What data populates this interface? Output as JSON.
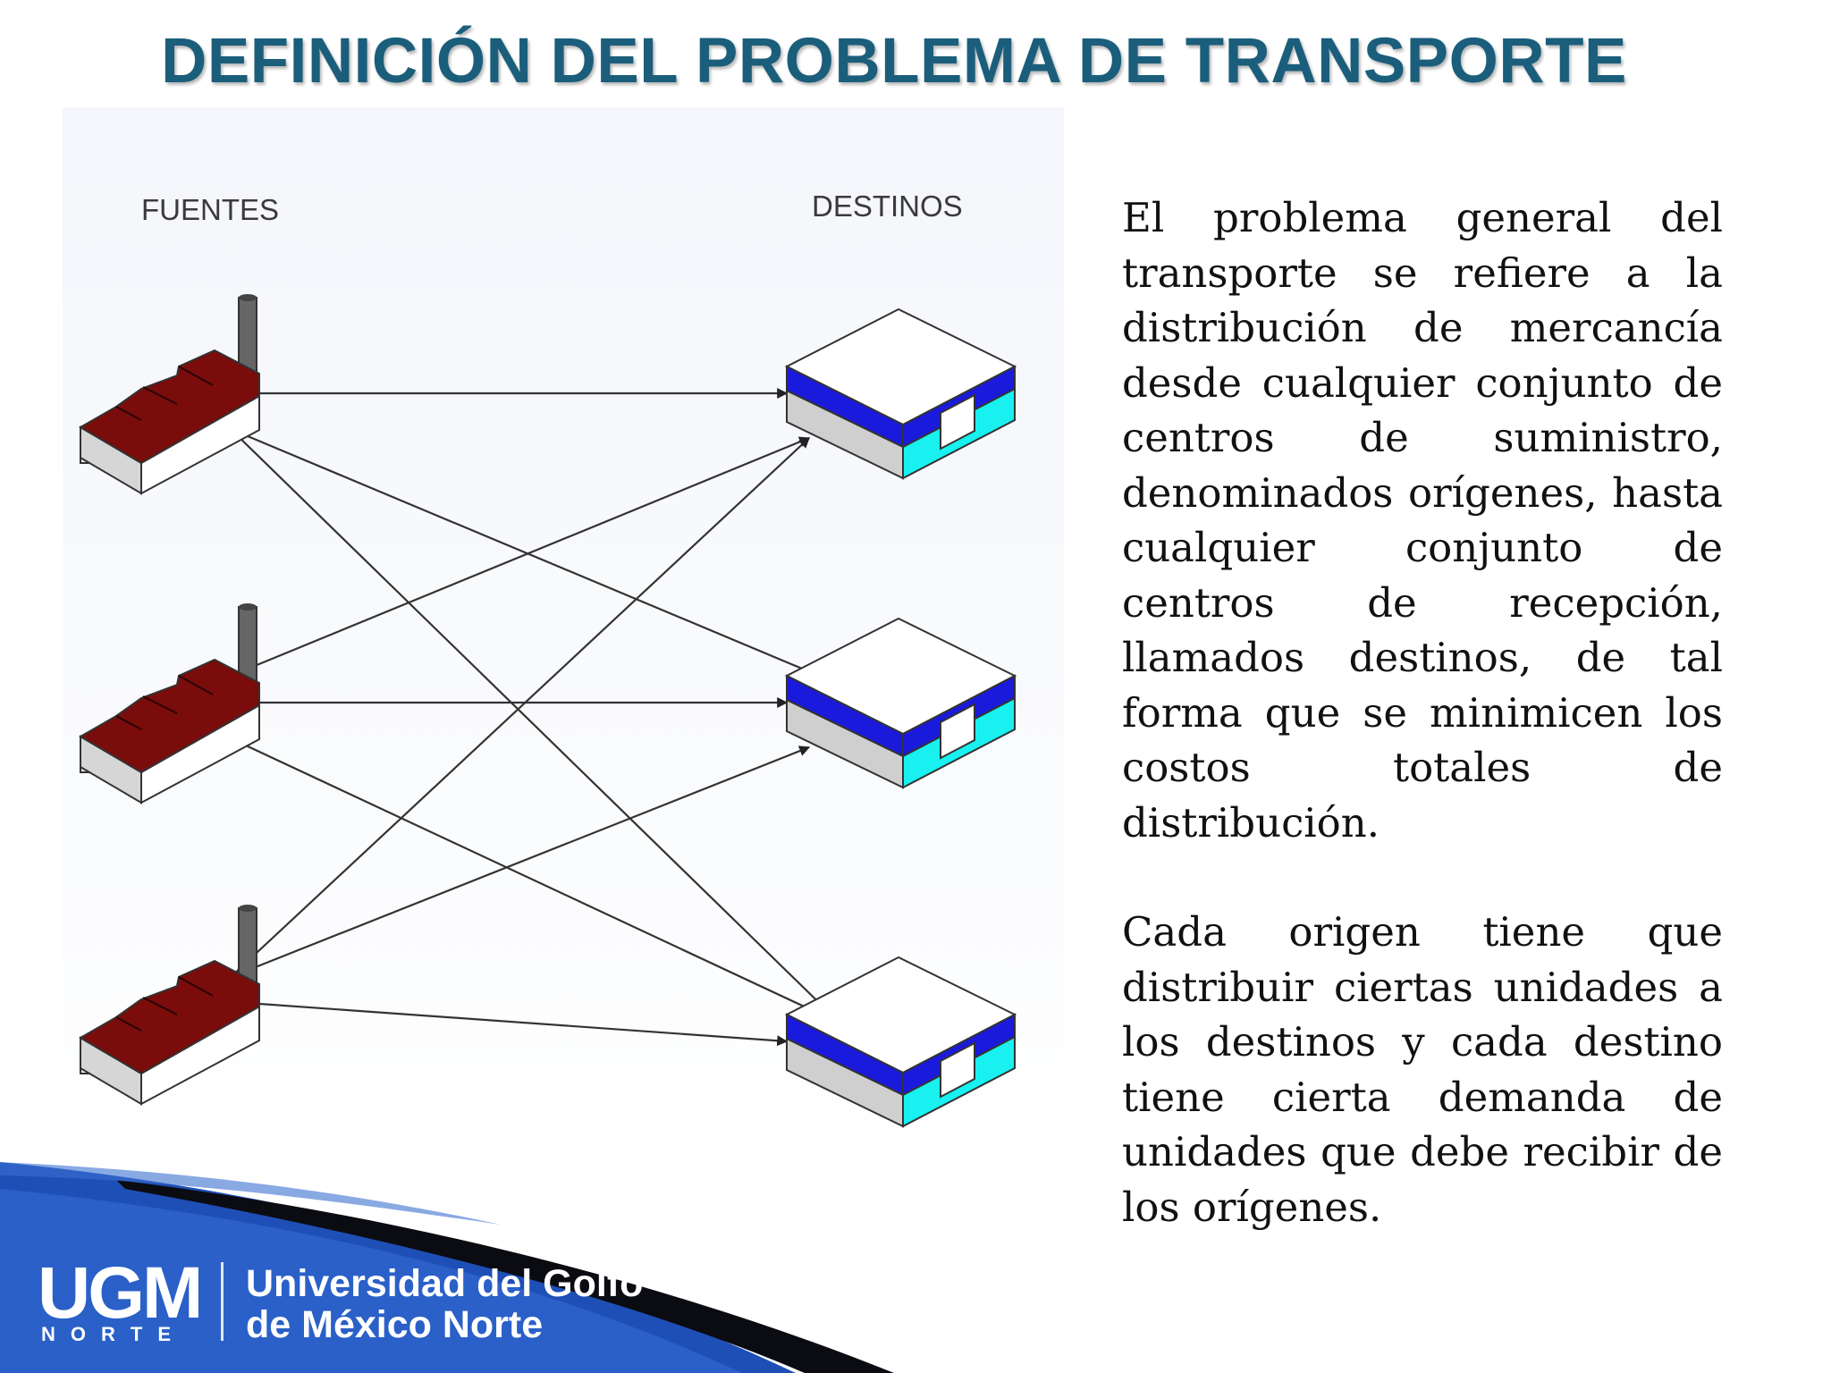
{
  "slide": {
    "title": "DEFINICIÓN DEL PROBLEMA DE TRANSPORTE"
  },
  "diagram": {
    "sources_label": "FUENTES",
    "destinations_label": "DESTINOS",
    "colors": {
      "roof": "#7a0c0c",
      "factory_wall": "#d6d6d6",
      "chimney": "#666666",
      "warehouse_stripe": "#1a1adc",
      "warehouse_door": "#19f0f0",
      "warehouse_wall": "#cfcfcf"
    }
  },
  "body": {
    "paragraph_1": "El problema general del transporte se refiere a la distribución de mercancía desde cualquier conjunto de centros de suministro, denominados orígenes, hasta cualquier conjunto de centros de recepción, llamados destinos, de tal forma que se minimicen los costos totales de distribución.",
    "paragraph_2": "Cada origen tiene que distribuir ciertas unidades a los destinos y cada destino tiene cierta demanda de unidades que debe recibir de los orígenes."
  },
  "footer": {
    "logo_letters": "UGM",
    "logo_sub": "NORTE",
    "university_line1": "Universidad del Golfo",
    "university_line2": "de México Norte",
    "colors": {
      "band_blue": "#1e4fb6",
      "band_dark": "#0a0a10"
    }
  }
}
